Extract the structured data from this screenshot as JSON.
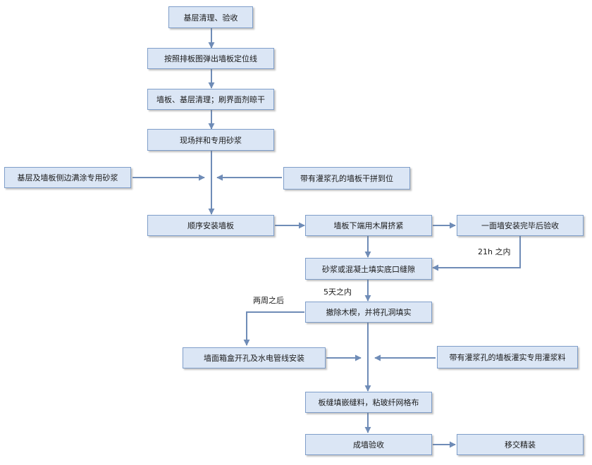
{
  "nodes": {
    "base_clean": "基层清理、验收",
    "layout_line": "按照排板图弹出墙板定位线",
    "wall_base_clean": "墙板、基层清理；刷界面剂晾干",
    "mix_mortar": "现场拌和专用砂浆",
    "side_mortar": "基层及墙板侧边满涂专用砂浆",
    "grout_hole_dry": "带有灌浆孔的墙板干拼到位",
    "install_seq": "顺序安装墙板",
    "wedge_tight": "墙板下端用木屑挤紧",
    "accept_wall": "一面墙安装完毕后验收",
    "fill_gap": "砂浆或混凝土填实底口缝隙",
    "remove_wedge": "撤除木楔，并将孔洞填实",
    "box_pipe": "墙面箱盒开孔及水电管线安装",
    "grout_fill": "带有灌浆孔的墙板灌实专用灌浆料",
    "seam_mesh": "板缝填嵌缝料，粘玻纤网格布",
    "final_accept": "成墙验收",
    "handover": "移交精装"
  },
  "labels": {
    "within_21h": "21h 之内",
    "within_5days": "5天之内",
    "within_2weeks": "两周之后"
  },
  "colors": {
    "box_fill": "#dbe6f5",
    "box_border": "#7f9ec9",
    "arrow": "#6f8cb7"
  }
}
